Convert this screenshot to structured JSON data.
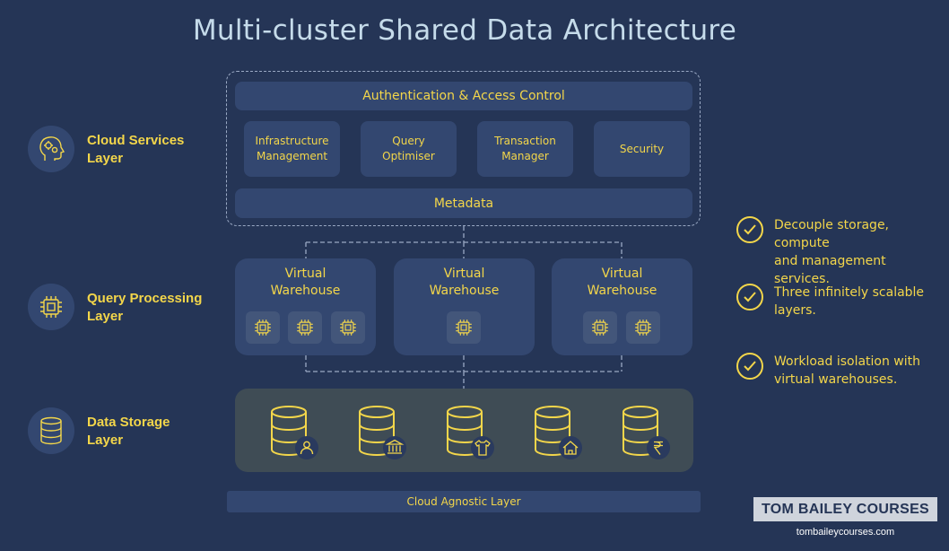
{
  "title": "Multi-cluster Shared Data Architecture",
  "layers": {
    "cloud_services": {
      "line1": "Cloud Services",
      "line2": "Layer",
      "icon": "head-gears-icon"
    },
    "query_processing": {
      "line1": "Query Processing",
      "line2": "Layer",
      "icon": "cpu-chip-icon"
    },
    "data_storage": {
      "line1": "Data Storage",
      "line2": "Layer",
      "icon": "database-icon"
    }
  },
  "services": {
    "auth": "Authentication & Access Control",
    "infra": {
      "line1": "Infrastructure",
      "line2": "Management"
    },
    "optimiser": {
      "line1": "Query",
      "line2": "Optimiser"
    },
    "transaction": {
      "line1": "Transaction",
      "line2": "Manager"
    },
    "security": "Security",
    "metadata": "Metadata"
  },
  "warehouses": [
    {
      "line1": "Virtual",
      "line2": "Warehouse",
      "chips": 3
    },
    {
      "line1": "Virtual",
      "line2": "Warehouse",
      "chips": 1
    },
    {
      "line1": "Virtual",
      "line2": "Warehouse",
      "chips": 2
    }
  ],
  "storage_icons": [
    "user-icon",
    "bank-icon",
    "shirt-icon",
    "house-icon",
    "rupee-icon"
  ],
  "agnostic": "Cloud Agnostic Layer",
  "benefits": [
    {
      "line1": "Decouple storage, compute",
      "line2": "and management services."
    },
    {
      "line1": "Three infinitely scalable",
      "line2": "layers."
    },
    {
      "line1": "Workload isolation with",
      "line2": "virtual warehouses."
    }
  ],
  "brand": {
    "name": "TOM BAILEY COURSES",
    "url": "tombaileycourses.com"
  },
  "colors": {
    "background": "#253556",
    "panel": "#334770",
    "accent": "#f3d64a",
    "title": "#c5dbea",
    "storage": "#3f4c55"
  }
}
